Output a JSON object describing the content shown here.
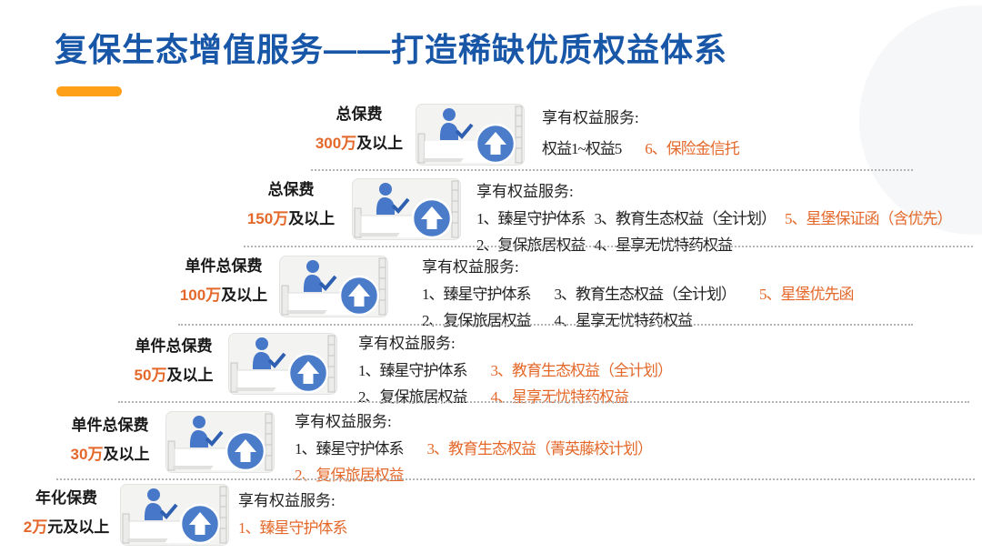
{
  "title": "复保生态增值服务——打造稀缺优质权益体系",
  "colors": {
    "title_blue": "#1857a8",
    "highlight_orange": "#e4682a",
    "underline_orange": "#ffa019",
    "icon_blue": "#4a7cc9"
  },
  "tiers": [
    {
      "id": "tier-300w",
      "label": "总保费",
      "amount": "300万",
      "amount_suffix": "及以上",
      "header": "享有权益服务:",
      "rows": [
        {
          "segments": [
            {
              "text": "权益1~权益5",
              "orange": false
            },
            {
              "text": "6、保险金信托",
              "orange": true
            }
          ]
        }
      ]
    },
    {
      "id": "tier-150w",
      "label": "总保费",
      "amount": "150万",
      "amount_suffix": "及以上",
      "header": "享有权益服务:",
      "rows": [
        {
          "segments": [
            {
              "text": "1、臻星守护体系",
              "orange": false
            },
            {
              "text": "3、教育生态权益（全计划）",
              "orange": false
            },
            {
              "text": "5、星堡保证函（含优先）",
              "orange": true
            }
          ]
        },
        {
          "segments": [
            {
              "text": "2、复保旅居权益",
              "orange": false
            },
            {
              "text": "4、星享无忧特药权益",
              "orange": false
            }
          ]
        }
      ]
    },
    {
      "id": "tier-100w",
      "label": "单件总保费",
      "amount": "100万",
      "amount_suffix": "及以上",
      "header": "享有权益服务:",
      "rows": [
        {
          "segments": [
            {
              "text": "1、臻星守护体系",
              "orange": false
            },
            {
              "text": "3、教育生态权益（全计划）",
              "orange": false
            },
            {
              "text": "5、星堡优先函",
              "orange": true
            }
          ]
        },
        {
          "segments": [
            {
              "text": "2、复保旅居权益",
              "orange": false
            },
            {
              "text": "4、星享无忧特药权益",
              "orange": false
            }
          ]
        }
      ]
    },
    {
      "id": "tier-50w",
      "label": "单件总保费",
      "amount": "50万",
      "amount_suffix": "及以上",
      "header": "享有权益服务:",
      "rows": [
        {
          "segments": [
            {
              "text": "1、臻星守护体系",
              "orange": false
            },
            {
              "text": "3、教育生态权益（全计划）",
              "orange": true
            }
          ]
        },
        {
          "segments": [
            {
              "text": "2、复保旅居权益",
              "orange": false
            },
            {
              "text": "4、星享无忧特药权益",
              "orange": true
            }
          ]
        }
      ]
    },
    {
      "id": "tier-30w",
      "label": "单件总保费",
      "amount": "30万",
      "amount_suffix": "及以上",
      "header": "享有权益服务:",
      "rows": [
        {
          "segments": [
            {
              "text": "1、臻星守护体系",
              "orange": false
            },
            {
              "text": "3、教育生态权益（菁英藤校计划）",
              "orange": true
            }
          ]
        },
        {
          "segments": [
            {
              "text": "2、复保旅居权益",
              "orange": true
            }
          ]
        }
      ]
    },
    {
      "id": "tier-2w",
      "label": "年化保费",
      "amount": "2万",
      "amount_suffix": "元及以上",
      "header": "享有权益服务:",
      "rows": [
        {
          "segments": [
            {
              "text": "1、臻星守护体系",
              "orange": true
            }
          ]
        }
      ]
    }
  ]
}
